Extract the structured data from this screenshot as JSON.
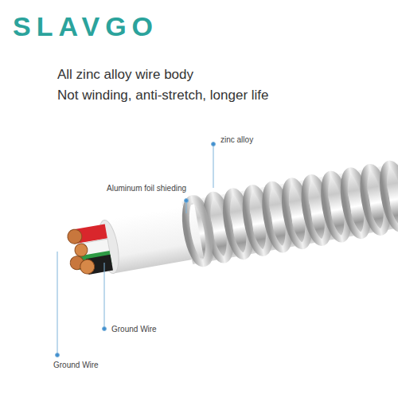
{
  "diagram": {
    "title": "SLAVGO",
    "labels": [
      "All zinc alloy wire body",
      "Not winding, anti-stretch, longer life",
      "zinc alloy",
      "Aluminum foil shieding",
      "Ground Wire",
      "Ground Wire"
    ]
  }
}
